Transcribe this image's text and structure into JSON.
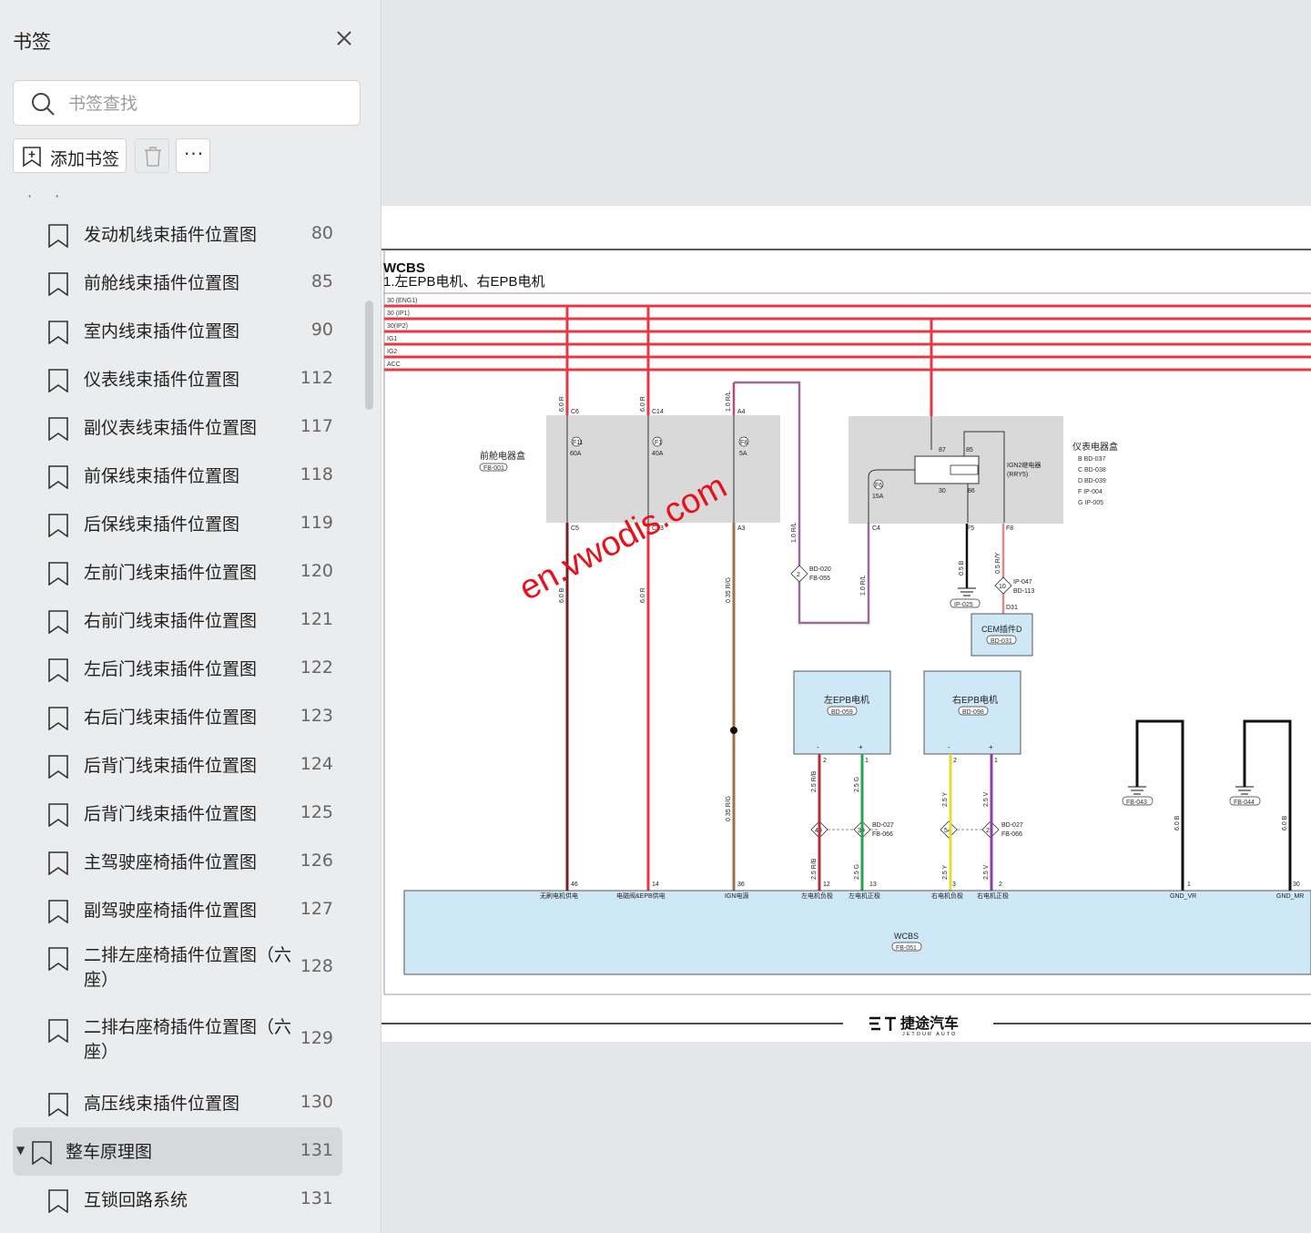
{
  "sidebar": {
    "title": "书签",
    "search_placeholder": "书签查找",
    "add_label": "添加书签",
    "more_label": "···",
    "partial_text": "· ·",
    "items": [
      {
        "label": "发动机线束插件位置图",
        "page": "80"
      },
      {
        "label": "前舱线束插件位置图",
        "page": "85"
      },
      {
        "label": "室内线束插件位置图",
        "page": "90"
      },
      {
        "label": "仪表线束插件位置图",
        "page": "112"
      },
      {
        "label": "副仪表线束插件位置图",
        "page": "117"
      },
      {
        "label": "前保线束插件位置图",
        "page": "118"
      },
      {
        "label": "后保线束插件位置图",
        "page": "119"
      },
      {
        "label": "左前门线束插件位置图",
        "page": "120"
      },
      {
        "label": "右前门线束插件位置图",
        "page": "121"
      },
      {
        "label": "左后门线束插件位置图",
        "page": "122"
      },
      {
        "label": "右后门线束插件位置图",
        "page": "123"
      },
      {
        "label": "后背门线束插件位置图",
        "page": "124"
      },
      {
        "label": "后背门线束插件位置图",
        "page": "125"
      },
      {
        "label": "主驾驶座椅插件位置图",
        "page": "126"
      },
      {
        "label": "副驾驶座椅插件位置图",
        "page": "127"
      },
      {
        "label": "二排左座椅插件位置图（六座）",
        "page": "128"
      },
      {
        "label": "二排右座椅插件位置图（六座）",
        "page": "129"
      },
      {
        "label": "高压线束插件位置图",
        "page": "130"
      },
      {
        "label": "整车原理图",
        "page": "131"
      },
      {
        "label": "互锁回路系统",
        "page": "131"
      }
    ]
  },
  "diagram": {
    "system": "WCBS",
    "title": "1.左EPB电机、右EPB电机",
    "bus_labels": [
      "30 (ENG1)",
      "30 (IP1)",
      "30(IP2)",
      "IG1",
      "IG2",
      "ACC"
    ],
    "front_box": {
      "name": "前舱电器盒",
      "code": "FB-001"
    },
    "ip_box": {
      "name": "仪表电器盒",
      "connectors": [
        "B BD-037",
        "C BD-038",
        "D BD-039",
        "F IP-004",
        "G IP-005"
      ]
    },
    "fuses": [
      {
        "id": "F11",
        "rating": "60A"
      },
      {
        "id": "F1",
        "rating": "40A"
      },
      {
        "id": "F8",
        "rating": "5A"
      },
      {
        "id": "F6",
        "rating": "15A"
      }
    ],
    "pins_top": [
      "C6",
      "C14",
      "A4"
    ],
    "pins_bottom": [
      "C5",
      "C13",
      "A3",
      "C4",
      "F5",
      "F8"
    ],
    "relay": {
      "name": "IGN2继电器",
      "code": "(RRY5)",
      "pins": [
        "87",
        "85",
        "30",
        "86"
      ]
    },
    "wires": [
      "6.0 R",
      "6.0 R",
      "1.0 R/L",
      "6.0 B",
      "6.0 R",
      "0.35 R/G",
      "1.0 R/L",
      "1.0 R/L",
      "0.5 B",
      "0.5 R/Y",
      "0.35 R/G",
      "2.5 R/B",
      "2.5 G",
      "2.5 Y",
      "2.5 V",
      "2.5 R/B",
      "2.5 G",
      "2.5 Y",
      "2.5 V",
      "6.0 B",
      "6.0 B"
    ],
    "splices": [
      {
        "n": "2",
        "codes": [
          "BD-020",
          "FB-055"
        ]
      },
      {
        "n": "10",
        "codes": [
          "IP-047",
          "BD-113"
        ]
      },
      {
        "n": "40",
        "codes": []
      },
      {
        "n": "39",
        "codes": [
          "BD-027",
          "FB-066"
        ]
      },
      {
        "n": "54",
        "codes": []
      },
      {
        "n": "25",
        "codes": [
          "BD-027",
          "FB-066"
        ]
      }
    ],
    "grounds": [
      "IP-025",
      "FB-043",
      "FB-044"
    ],
    "cem": {
      "name": "CEM插件D",
      "code": "BD-031",
      "pin": "D31"
    },
    "left_motor": {
      "name": "左EPB电机",
      "code": "BD-059",
      "minus": "-",
      "plus": "+",
      "pins": [
        "2",
        "1"
      ]
    },
    "right_motor": {
      "name": "右EPB电机",
      "code": "BD-098",
      "minus": "-",
      "plus": "+",
      "pins": [
        "2",
        "1"
      ]
    },
    "wcbs_box": {
      "name": "WCBS",
      "code": "FB-051"
    },
    "wcbs_pins": [
      {
        "n": "46",
        "label": "无刷电机供电"
      },
      {
        "n": "14",
        "label": "电磁阀&EPB供电"
      },
      {
        "n": "36",
        "label": "IGN电源"
      },
      {
        "n": "12",
        "label": "左电机负极"
      },
      {
        "n": "13",
        "label": "左电机正极"
      },
      {
        "n": "3",
        "label": "右电机负极"
      },
      {
        "n": "2",
        "label": "右电机正极"
      },
      {
        "n": "1",
        "label": "GND_VR"
      },
      {
        "n": "30",
        "label": "GND_MR"
      }
    ],
    "watermark": "en.vwodis.com",
    "brand_cn": "捷途汽车",
    "brand_en": "JETOUR AUTO"
  }
}
